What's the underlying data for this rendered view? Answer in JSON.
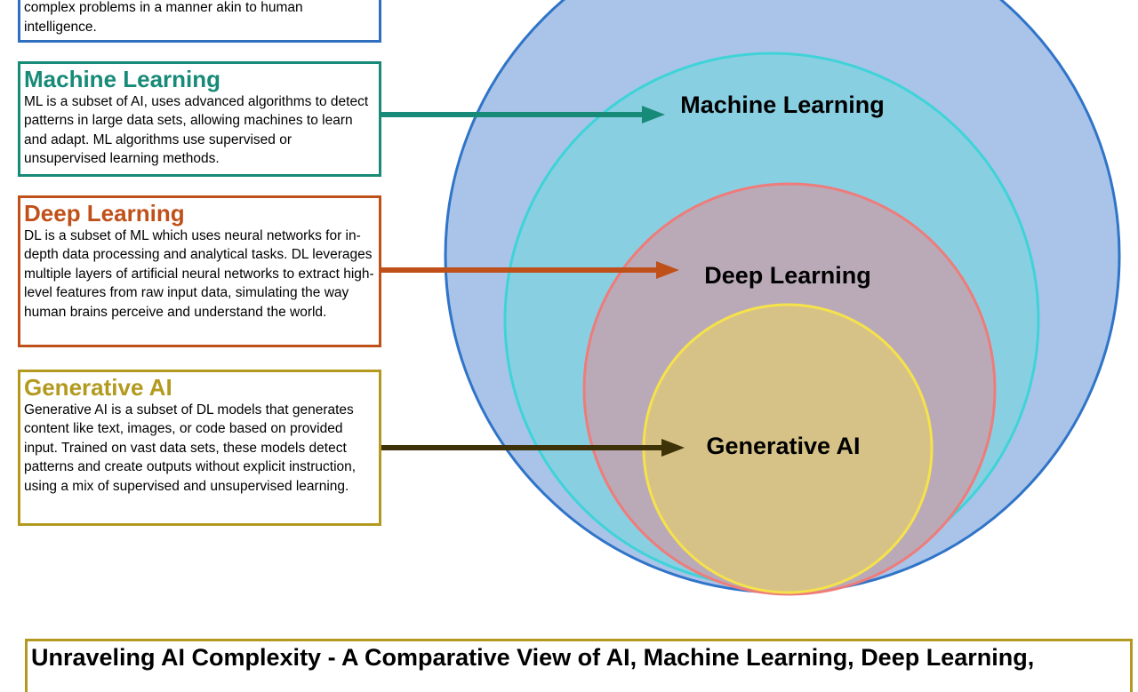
{
  "colors": {
    "ai": "#2f6fc0",
    "ml": "#178a78",
    "dl": "#c0501a",
    "gen": "#b39a1f",
    "gen_arrow": "#3d3208",
    "circle_ai_fill": "#a9c4e8",
    "circle_ml_fill": "#88cfe2",
    "circle_dl_fill": "#baaab8",
    "circle_gen_fill": "#d6c286"
  },
  "ai_box": {
    "text": "complex problems in a manner akin to human intelligence."
  },
  "ml_box": {
    "title": "Machine Learning",
    "text": "ML is a subset of AI, uses advanced algorithms to detect patterns in large data sets, allowing machines to learn and adapt. ML algorithms use supervised or unsupervised learning methods."
  },
  "dl_box": {
    "title": "Deep Learning",
    "text": "DL is a subset of ML which uses neural networks for in-depth data processing and analytical tasks. DL leverages multiple layers of artificial neural networks to extract high-level features from raw input data, simulating the way human brains perceive and understand the world."
  },
  "gen_box": {
    "title": "Generative AI",
    "text": "Generative AI is a subset of DL models that generates content like text, images, or code based on provided input. Trained on vast data sets, these models detect patterns and create outputs without explicit instruction, using a mix of supervised and unsupervised learning."
  },
  "circles": {
    "ml_label": "Machine Learning",
    "dl_label": "Deep Learning",
    "gen_label": "Generative AI"
  },
  "caption": "Unraveling AI Complexity - A Comparative View of AI, Machine Learning, Deep Learning,"
}
